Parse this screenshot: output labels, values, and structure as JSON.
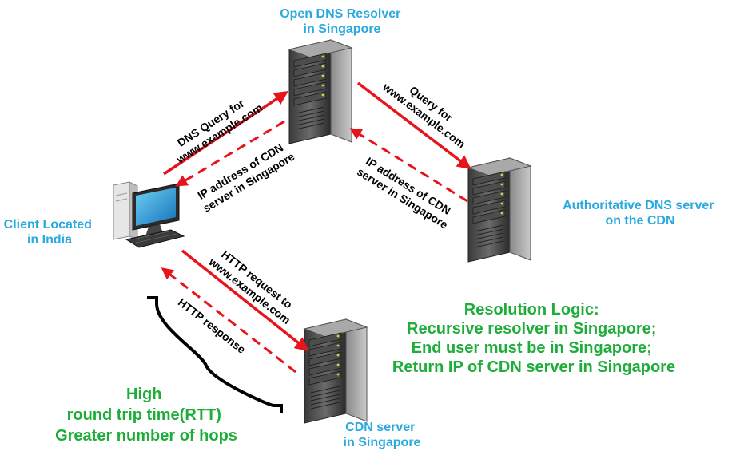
{
  "nodes": {
    "resolver": {
      "line1": "Open DNS Resolver",
      "line2": "in Singapore"
    },
    "authoritative": {
      "line1": "Authoritative DNS server",
      "line2": "on the CDN"
    },
    "client": {
      "line1": "Client Located",
      "line2": "in India"
    },
    "cdn": {
      "line1": "CDN server",
      "line2": "in Singapore"
    }
  },
  "edges": {
    "dns_query": {
      "line1": "DNS Query for",
      "line2": "www.example.com"
    },
    "ip_to_client": {
      "line1": "IP address of CDN",
      "line2": "server in Singapore"
    },
    "query_to_auth": {
      "line1": "Query for",
      "line2": "www.example.com"
    },
    "ip_from_auth": {
      "line1": "IP address of CDN",
      "line2": "server in Singapore"
    },
    "http_request": {
      "line1": "HTTP request to",
      "line2": "www.example.com"
    },
    "http_response": {
      "line1": "HTTP response"
    }
  },
  "resolution_logic": [
    "Resolution Logic:",
    "Recursive resolver in Singapore;",
    "End user must be in Singapore;",
    "Return IP of CDN server in Singapore"
  ],
  "rtt_note": [
    "High",
    "round trip time(RTT)",
    "Greater number of hops"
  ],
  "colors": {
    "request_arrow": "#e8141c",
    "node_label": "#29a9e0",
    "logic_text": "#1fad3a"
  }
}
